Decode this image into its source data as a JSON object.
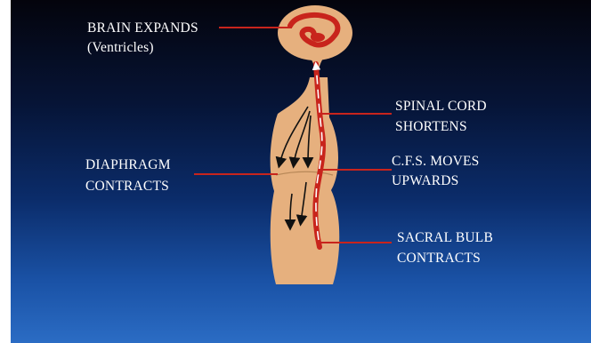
{
  "labels": {
    "brain_line1": "BRAIN EXPANDS",
    "brain_line2": "(Ventricles)",
    "spinal_line1": "SPINAL CORD",
    "spinal_line2": "SHORTENS",
    "diaphragm_line1": "DIAPHRAGM",
    "diaphragm_line2": "CONTRACTS",
    "csf_line1": "C.F.S. MOVES",
    "csf_line2": "UPWARDS",
    "sacral_line1": "SACRAL BULB",
    "sacral_line2": "CONTRACTS"
  },
  "colors": {
    "body_fill": "#e6b07e",
    "spinal_cord": "#c8241c",
    "leader_line": "#c8241c",
    "text": "#ffffff",
    "background_top": "#04040c",
    "background_bottom": "#2b6cc4"
  },
  "icons": {
    "arrow": "black-downward-arrow"
  }
}
